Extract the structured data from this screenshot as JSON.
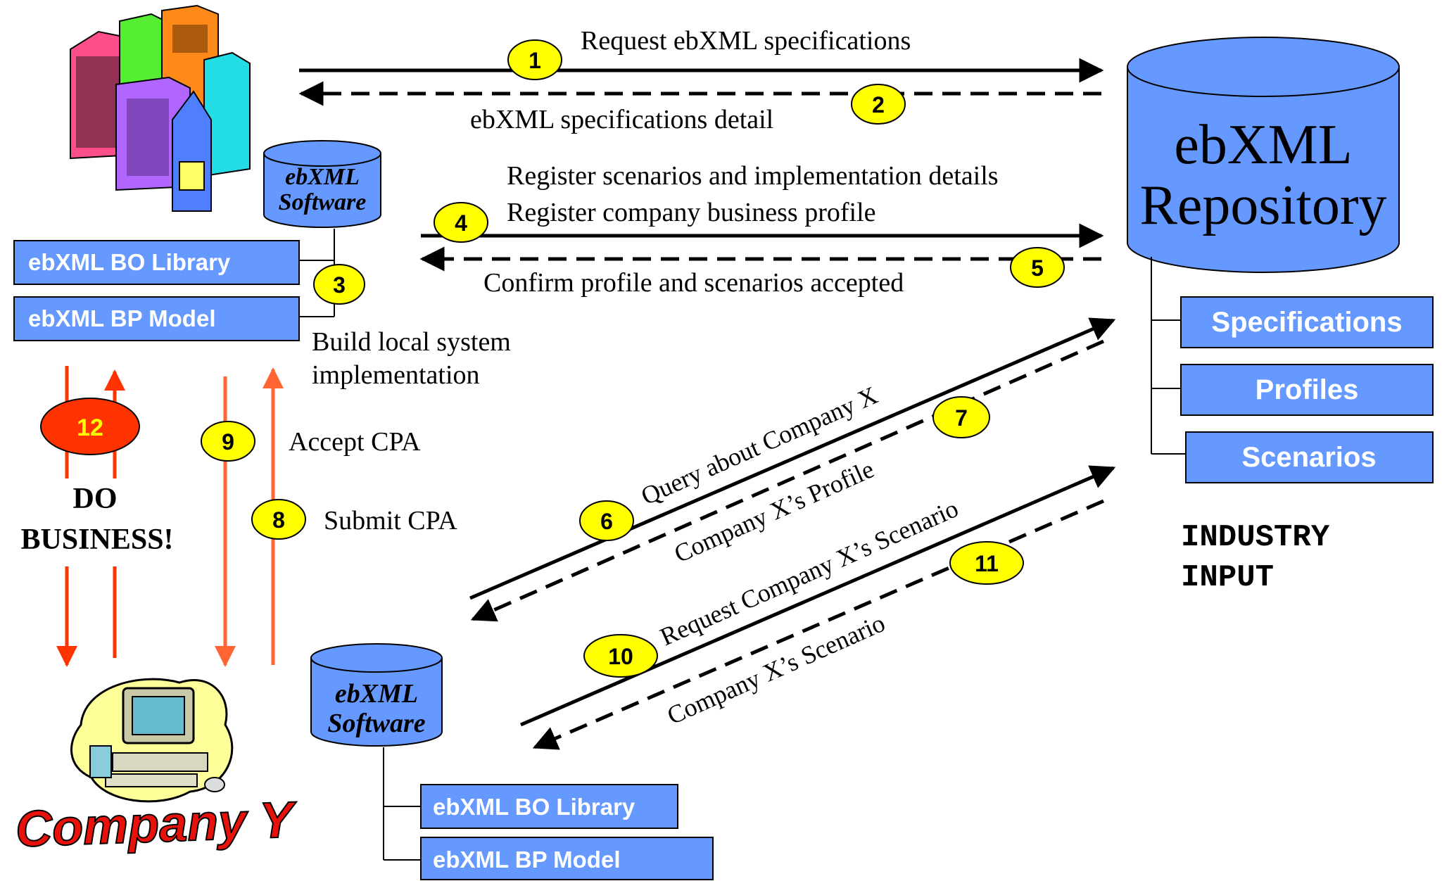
{
  "colors": {
    "box_blue": "#6699ff",
    "cylinder_blue": "#6699ff",
    "badge_yellow": "#ffff00",
    "badge_orange": "#ff3300",
    "arrow_orange": "#ff6633",
    "company_red": "#e8120c"
  },
  "icons": {
    "company_x": "office-buildings-icon",
    "company_y": "computer-desk-icon"
  },
  "repository": {
    "line1": "ebXML",
    "line2": "Repository",
    "items": [
      "Specifications",
      "Profiles",
      "Scenarios"
    ],
    "footer": [
      "INDUSTRY",
      "INPUT"
    ]
  },
  "company_x": {
    "software_line1": "ebXML",
    "software_line2": "Software",
    "library": "ebXML BO Library",
    "model": "ebXML BP Model"
  },
  "company_y": {
    "name": "Company Y",
    "software_line1": "ebXML",
    "software_line2": "Software",
    "library": "ebXML BO Library",
    "model": "ebXML BP Model"
  },
  "steps": {
    "s1": {
      "num": "1",
      "label": "Request ebXML specifications"
    },
    "s2": {
      "num": "2",
      "label": "ebXML specifications detail"
    },
    "s3": {
      "num": "3",
      "label_line1": "Build local system",
      "label_line2": "implementation"
    },
    "s4": {
      "num": "4",
      "label_line1": "Register scenarios and implementation details",
      "label_line2": "Register company business profile"
    },
    "s5": {
      "num": "5",
      "label": "Confirm profile and scenarios accepted"
    },
    "s6": {
      "num": "6",
      "label": "Query about Company X"
    },
    "s7": {
      "num": "7",
      "label": "Company X’s Profile"
    },
    "s8": {
      "num": "8",
      "label": "Submit CPA"
    },
    "s9": {
      "num": "9",
      "label": "Accept CPA"
    },
    "s10": {
      "num": "10",
      "label": "Request Company X’s Scenario"
    },
    "s11": {
      "num": "11",
      "label": "Company X’s Scenario"
    },
    "s12": {
      "num": "12",
      "label_line1": "DO",
      "label_line2": "BUSINESS!"
    }
  }
}
